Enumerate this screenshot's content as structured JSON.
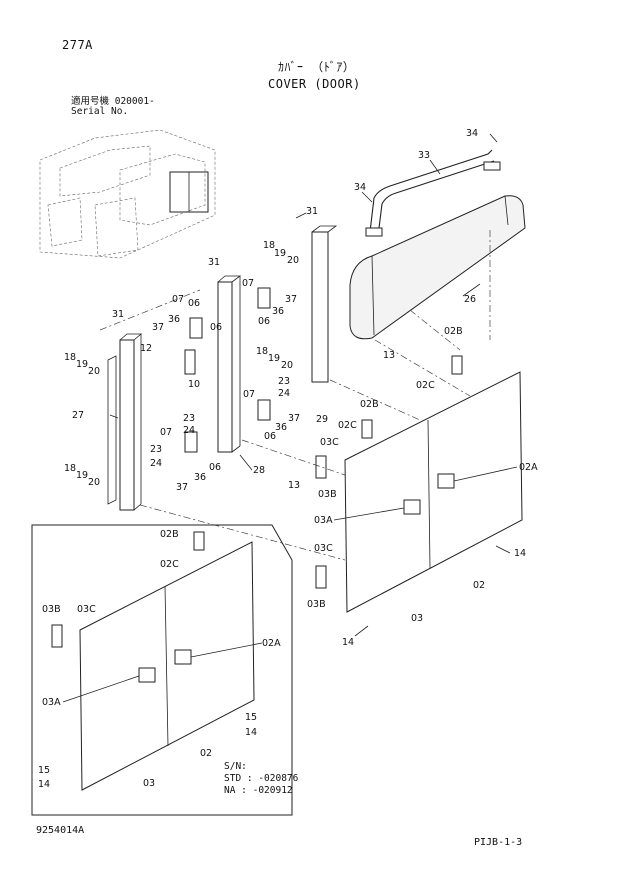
{
  "page": {
    "page_code": "277A",
    "title_jp": "ｶﾊﾞｰ （ﾄﾞｱ）",
    "title_en": "COVER (DOOR)",
    "serial_jp": "適用号機  020001-",
    "serial_en": "Serial No.",
    "drawing_number": "9254014A",
    "page_ref": "PIJB-1-3"
  },
  "inset_note": {
    "sn": "S/N:",
    "std": "STD : -020876",
    "na": "NA : -020912"
  },
  "callouts": {
    "c01": "34",
    "c02": "33",
    "c03": "34",
    "c04": "31",
    "c05": "18",
    "c06": "19",
    "c07": "20",
    "c08": "31",
    "c09": "26",
    "c10": "07",
    "c11": "37",
    "c12": "06",
    "c13": "07",
    "c14": "06",
    "c15": "36",
    "c16": "37",
    "c17": "36",
    "c18": "06",
    "c19": "31",
    "c20": "12",
    "c21": "18",
    "c22": "19",
    "c23": "20",
    "c24": "10",
    "c25": "18",
    "c26": "19",
    "c27": "20",
    "c28": "13",
    "c29": "02B",
    "c30": "02C",
    "c31": "23",
    "c32": "24",
    "c33": "29",
    "c34": "27",
    "c35": "07",
    "c36": "37",
    "c37": "23",
    "c38": "24",
    "c39": "36",
    "c40": "06",
    "c41": "07",
    "c42": "02B",
    "c43": "02C",
    "c44": "03C",
    "c45": "02A",
    "c46": "23",
    "c47": "24",
    "c48": "18",
    "c49": "19",
    "c50": "20",
    "c51": "37",
    "c52": "36",
    "c53": "06",
    "c54": "28",
    "c55": "03B",
    "c56": "13",
    "c57": "03A",
    "c58": "03C",
    "c59": "14",
    "c60": "03B",
    "c61": "02",
    "c62": "03",
    "c63": "14",
    "c64": "02B",
    "c65": "02C",
    "c66": "03B",
    "c67": "03C",
    "c68": "02A",
    "c69": "03A",
    "c70": "15",
    "c71": "14",
    "c72": "02",
    "c73": "15",
    "c74": "14",
    "c75": "03"
  }
}
